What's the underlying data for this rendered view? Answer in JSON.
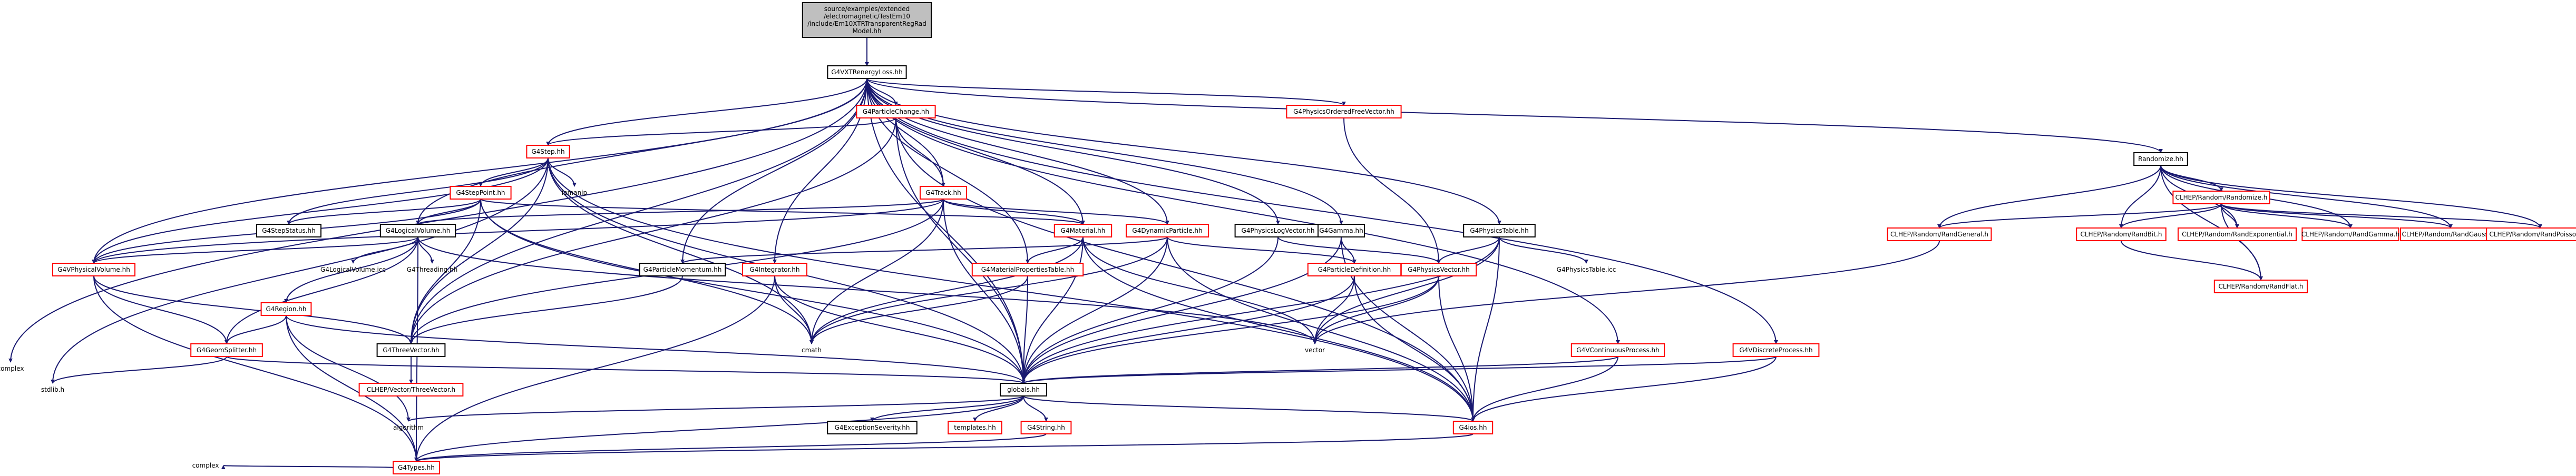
{
  "colors": {
    "edge": "#191970",
    "missing_border": "#ff0000",
    "root_fill": "#bfbfbf"
  },
  "nodes": [
    {
      "id": "root",
      "lines": [
        "source/examples/extended",
        "/electromagnetic/TestEm10",
        "/include/Em10XTRTransparentRegRad",
        "Model.hh"
      ],
      "style": "root"
    },
    {
      "id": "g4vxtr",
      "lines": [
        "G4VXTRenergyLoss.hh"
      ],
      "style": "black"
    },
    {
      "id": "complex",
      "lines": [
        "complex"
      ],
      "style": "plain"
    },
    {
      "id": "g4step",
      "lines": [
        "G4Step.hh"
      ],
      "style": "red"
    },
    {
      "id": "g4particlechange",
      "lines": [
        "G4ParticleChange.hh"
      ],
      "style": "red"
    },
    {
      "id": "g4physicsordered",
      "lines": [
        "G4PhysicsOrderedFreeVector.hh"
      ],
      "style": "red"
    },
    {
      "id": "randomize",
      "lines": [
        "Randomize.hh"
      ],
      "style": "black"
    },
    {
      "id": "clhep_randomize",
      "lines": [
        "CLHEP/Random/Randomize.h"
      ],
      "style": "red"
    },
    {
      "id": "clhep_general",
      "lines": [
        "CLHEP/Random/RandGeneral.h"
      ],
      "style": "red"
    },
    {
      "id": "clhep_bit",
      "lines": [
        "CLHEP/Random/RandBit.h"
      ],
      "style": "red"
    },
    {
      "id": "clhep_exponential",
      "lines": [
        "CLHEP/Random/RandExponential.h"
      ],
      "style": "red"
    },
    {
      "id": "clhep_gamma",
      "lines": [
        "CLHEP/Random/RandGamma.h"
      ],
      "style": "red"
    },
    {
      "id": "clhep_gaussq",
      "lines": [
        "CLHEP/Random/RandGaussQ.h"
      ],
      "style": "red"
    },
    {
      "id": "clhep_poissonq",
      "lines": [
        "CLHEP/Random/RandPoissonQ.h"
      ],
      "style": "red"
    },
    {
      "id": "clhep_flat",
      "lines": [
        "CLHEP/Random/RandFlat.h"
      ],
      "style": "red"
    },
    {
      "id": "g4steppoint",
      "lines": [
        "G4StepPoint.hh"
      ],
      "style": "red"
    },
    {
      "id": "iomanip",
      "lines": [
        "iomanip"
      ],
      "style": "plain"
    },
    {
      "id": "g4track",
      "lines": [
        "G4Track.hh"
      ],
      "style": "red"
    },
    {
      "id": "g4stepstatus",
      "lines": [
        "G4StepStatus.hh"
      ],
      "style": "black"
    },
    {
      "id": "g4logicalvolume",
      "lines": [
        "G4LogicalVolume.hh"
      ],
      "style": "black"
    },
    {
      "id": "g4material",
      "lines": [
        "G4Material.hh"
      ],
      "style": "red"
    },
    {
      "id": "g4dynamicparticle",
      "lines": [
        "G4DynamicParticle.hh"
      ],
      "style": "red"
    },
    {
      "id": "g4physicslogvector",
      "lines": [
        "G4PhysicsLogVector.hh"
      ],
      "style": "black"
    },
    {
      "id": "g4gamma",
      "lines": [
        "G4Gamma.hh"
      ],
      "style": "black"
    },
    {
      "id": "g4physicstable",
      "lines": [
        "G4PhysicsTable.hh"
      ],
      "style": "black"
    },
    {
      "id": "g4physicstable_icc",
      "lines": [
        "G4PhysicsTable.icc"
      ],
      "style": "plain"
    },
    {
      "id": "g4vphysicalvolume",
      "lines": [
        "G4VPhysicalVolume.hh"
      ],
      "style": "red"
    },
    {
      "id": "g4logicalvolume_icc",
      "lines": [
        "G4LogicalVolume.icc"
      ],
      "style": "plain"
    },
    {
      "id": "g4threading",
      "lines": [
        "G4Threading.hh"
      ],
      "style": "plain"
    },
    {
      "id": "g4particlemomentum",
      "lines": [
        "G4ParticleMomentum.hh"
      ],
      "style": "black"
    },
    {
      "id": "g4integrator",
      "lines": [
        "G4Integrator.hh"
      ],
      "style": "red"
    },
    {
      "id": "g4materialprops",
      "lines": [
        "G4MaterialPropertiesTable.hh"
      ],
      "style": "red"
    },
    {
      "id": "g4particledefinition",
      "lines": [
        "G4ParticleDefinition.hh"
      ],
      "style": "red"
    },
    {
      "id": "g4physicsvector",
      "lines": [
        "G4PhysicsVector.hh"
      ],
      "style": "red"
    },
    {
      "id": "g4region",
      "lines": [
        "G4Region.hh"
      ],
      "style": "red"
    },
    {
      "id": "g4geomsplitter",
      "lines": [
        "G4GeomSplitter.hh"
      ],
      "style": "red"
    },
    {
      "id": "cmath",
      "lines": [
        "cmath"
      ],
      "style": "plain"
    },
    {
      "id": "vector",
      "lines": [
        "vector"
      ],
      "style": "plain"
    },
    {
      "id": "g4threevector",
      "lines": [
        "G4ThreeVector.hh"
      ],
      "style": "black"
    },
    {
      "id": "g4vcontinuous",
      "lines": [
        "G4VContinuousProcess.hh"
      ],
      "style": "red"
    },
    {
      "id": "g4vdiscrete",
      "lines": [
        "G4VDiscreteProcess.hh"
      ],
      "style": "red"
    },
    {
      "id": "clhep_threevector",
      "lines": [
        "CLHEP/Vector/ThreeVector.h"
      ],
      "style": "red"
    },
    {
      "id": "stdlib",
      "lines": [
        "stdlib.h"
      ],
      "style": "plain"
    },
    {
      "id": "globals",
      "lines": [
        "globals.hh"
      ],
      "style": "black"
    },
    {
      "id": "algorithm",
      "lines": [
        "algorithm"
      ],
      "style": "plain"
    },
    {
      "id": "g4exceptionseverity",
      "lines": [
        "G4ExceptionSeverity.hh"
      ],
      "style": "black"
    },
    {
      "id": "templates",
      "lines": [
        "templates.hh"
      ],
      "style": "red"
    },
    {
      "id": "g4string",
      "lines": [
        "G4String.hh"
      ],
      "style": "red"
    },
    {
      "id": "g4ios",
      "lines": [
        "G4ios.hh"
      ],
      "style": "red"
    },
    {
      "id": "g4types",
      "lines": [
        "G4Types.hh"
      ],
      "style": "red"
    },
    {
      "id": "complex2",
      "lines": [
        "complex"
      ],
      "style": "plain"
    }
  ],
  "edges": [
    [
      "root",
      "g4vxtr"
    ],
    [
      "g4vxtr",
      "complex"
    ],
    [
      "g4vxtr",
      "g4step"
    ],
    [
      "g4vxtr",
      "g4particlechange"
    ],
    [
      "g4vxtr",
      "g4physicsordered"
    ],
    [
      "g4vxtr",
      "randomize"
    ],
    [
      "g4vxtr",
      "g4track"
    ],
    [
      "g4vxtr",
      "g4logicalvolume"
    ],
    [
      "g4vxtr",
      "g4material"
    ],
    [
      "g4vxtr",
      "g4dynamicparticle"
    ],
    [
      "g4vxtr",
      "g4physicslogvector"
    ],
    [
      "g4vxtr",
      "g4gamma"
    ],
    [
      "g4vxtr",
      "g4physicstable"
    ],
    [
      "g4vxtr",
      "g4vphysicalvolume"
    ],
    [
      "g4vxtr",
      "g4integrator"
    ],
    [
      "g4vxtr",
      "g4materialprops"
    ],
    [
      "g4vxtr",
      "g4threevector"
    ],
    [
      "g4vxtr",
      "g4vcontinuous"
    ],
    [
      "g4vxtr",
      "g4vdiscrete"
    ],
    [
      "g4vxtr",
      "globals"
    ],
    [
      "g4vxtr",
      "g4particlemomentum"
    ],
    [
      "g4step",
      "iomanip"
    ],
    [
      "g4step",
      "g4steppoint"
    ],
    [
      "g4step",
      "g4stepstatus"
    ],
    [
      "g4step",
      "g4vphysicalvolume"
    ],
    [
      "g4step",
      "g4threevector"
    ],
    [
      "g4step",
      "stdlib"
    ],
    [
      "g4step",
      "globals"
    ],
    [
      "g4step",
      "g4ios"
    ],
    [
      "g4step",
      "cmath"
    ],
    [
      "g4particlechange",
      "g4step"
    ],
    [
      "g4particlechange",
      "g4track"
    ],
    [
      "g4particlechange",
      "g4threevector"
    ],
    [
      "g4particlechange",
      "globals"
    ],
    [
      "g4particlechange",
      "g4ios"
    ],
    [
      "g4physicsordered",
      "g4physicsvector"
    ],
    [
      "randomize",
      "clhep_randomize"
    ],
    [
      "randomize",
      "clhep_general"
    ],
    [
      "randomize",
      "clhep_bit"
    ],
    [
      "randomize",
      "clhep_exponential"
    ],
    [
      "randomize",
      "clhep_gamma"
    ],
    [
      "randomize",
      "clhep_gaussq"
    ],
    [
      "randomize",
      "clhep_poissonq"
    ],
    [
      "randomize",
      "clhep_flat"
    ],
    [
      "clhep_randomize",
      "clhep_general"
    ],
    [
      "clhep_randomize",
      "clhep_bit"
    ],
    [
      "clhep_randomize",
      "clhep_exponential"
    ],
    [
      "clhep_randomize",
      "clhep_gamma"
    ],
    [
      "clhep_randomize",
      "clhep_gaussq"
    ],
    [
      "clhep_randomize",
      "clhep_poissonq"
    ],
    [
      "clhep_randomize",
      "clhep_flat"
    ],
    [
      "clhep_general",
      "vector"
    ],
    [
      "clhep_bit",
      "clhep_flat"
    ],
    [
      "g4steppoint",
      "g4stepstatus"
    ],
    [
      "g4steppoint",
      "g4logicalvolume"
    ],
    [
      "g4steppoint",
      "g4vphysicalvolume"
    ],
    [
      "g4steppoint",
      "g4material"
    ],
    [
      "g4steppoint",
      "g4threevector"
    ],
    [
      "g4steppoint",
      "globals"
    ],
    [
      "g4steppoint",
      "cmath"
    ],
    [
      "g4track",
      "g4vphysicalvolume"
    ],
    [
      "g4track",
      "g4logicalvolume"
    ],
    [
      "g4track",
      "g4material"
    ],
    [
      "g4track",
      "g4dynamicparticle"
    ],
    [
      "g4track",
      "g4threevector"
    ],
    [
      "g4track",
      "globals"
    ],
    [
      "g4track",
      "cmath"
    ],
    [
      "g4logicalvolume",
      "g4vphysicalvolume"
    ],
    [
      "g4logicalvolume",
      "g4logicalvolume_icc"
    ],
    [
      "g4logicalvolume",
      "g4threading"
    ],
    [
      "g4logicalvolume",
      "g4region"
    ],
    [
      "g4logicalvolume",
      "g4geomsplitter"
    ],
    [
      "g4logicalvolume",
      "vector"
    ],
    [
      "g4logicalvolume",
      "g4types"
    ],
    [
      "g4material",
      "g4materialprops"
    ],
    [
      "g4material",
      "vector"
    ],
    [
      "g4material",
      "globals"
    ],
    [
      "g4material",
      "g4ios"
    ],
    [
      "g4material",
      "cmath"
    ],
    [
      "g4dynamicparticle",
      "g4particledefinition"
    ],
    [
      "g4dynamicparticle",
      "g4particlemomentum"
    ],
    [
      "g4dynamicparticle",
      "globals"
    ],
    [
      "g4dynamicparticle",
      "g4ios"
    ],
    [
      "g4dynamicparticle",
      "cmath"
    ],
    [
      "g4physicslogvector",
      "g4physicsvector"
    ],
    [
      "g4physicslogvector",
      "globals"
    ],
    [
      "g4gamma",
      "g4particledefinition"
    ],
    [
      "g4gamma",
      "globals"
    ],
    [
      "g4gamma",
      "g4ios"
    ],
    [
      "g4physicstable",
      "g4physicstable_icc"
    ],
    [
      "g4physicstable",
      "g4physicsvector"
    ],
    [
      "g4physicstable",
      "vector"
    ],
    [
      "g4physicstable",
      "globals"
    ],
    [
      "g4physicstable",
      "g4ios"
    ],
    [
      "g4vphysicalvolume",
      "g4geomsplitter"
    ],
    [
      "g4vphysicalvolume",
      "g4threevector"
    ],
    [
      "g4vphysicalvolume",
      "g4types"
    ],
    [
      "g4region",
      "g4geomsplitter"
    ],
    [
      "g4region",
      "globals"
    ],
    [
      "g4region",
      "g4types"
    ],
    [
      "g4region",
      "algorithm"
    ],
    [
      "g4particlemomentum",
      "g4threevector"
    ],
    [
      "g4integrator",
      "cmath"
    ],
    [
      "g4integrator",
      "globals"
    ],
    [
      "g4integrator",
      "g4types"
    ],
    [
      "g4materialprops",
      "globals"
    ],
    [
      "g4materialprops",
      "cmath"
    ],
    [
      "g4particledefinition",
      "vector"
    ],
    [
      "g4particledefinition",
      "globals"
    ],
    [
      "g4particledefinition",
      "g4ios"
    ],
    [
      "g4physicsvector",
      "vector"
    ],
    [
      "g4physicsvector",
      "globals"
    ],
    [
      "g4physicsvector",
      "g4ios"
    ],
    [
      "g4geomsplitter",
      "globals"
    ],
    [
      "g4geomsplitter",
      "stdlib"
    ],
    [
      "g4threevector",
      "clhep_threevector"
    ],
    [
      "g4vcontinuous",
      "globals"
    ],
    [
      "g4vcontinuous",
      "g4ios"
    ],
    [
      "g4vdiscrete",
      "globals"
    ],
    [
      "g4vdiscrete",
      "g4ios"
    ],
    [
      "globals",
      "algorithm"
    ],
    [
      "globals",
      "g4exceptionseverity"
    ],
    [
      "globals",
      "templates"
    ],
    [
      "globals",
      "g4string"
    ],
    [
      "globals",
      "g4ios"
    ],
    [
      "globals",
      "g4types"
    ],
    [
      "g4string",
      "g4types"
    ],
    [
      "g4ios",
      "g4types"
    ],
    [
      "g4types",
      "complex2"
    ]
  ]
}
